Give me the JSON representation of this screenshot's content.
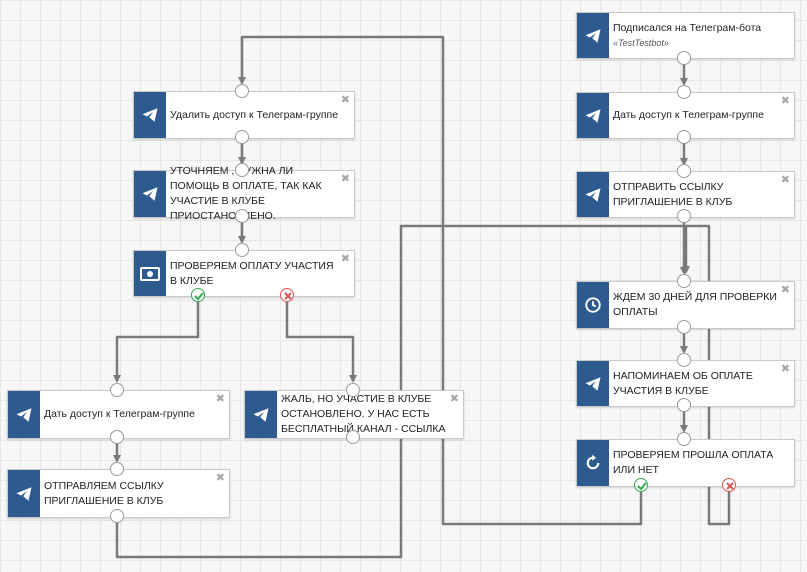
{
  "nodes": {
    "subscribed": {
      "title": "Подписался на Телеграм-бота",
      "subtitle": "«TestTestbot»"
    },
    "grant_right": {
      "title": "Дать доступ к Телеграм-группе"
    },
    "send_link_right": {
      "title": "ОТПРАВИТЬ ССЫЛКУ ПРИГЛАШЕНИЕ В КЛУБ"
    },
    "wait30": {
      "title": "ЖДЕМ 30 ДНЕЙ ДЛЯ ПРОВЕРКИ ОПЛАТЫ"
    },
    "remind": {
      "title": "НАПОМИНАЕМ ОБ ОПЛАТЕ УЧАСТИЯ В КЛУБЕ"
    },
    "check_paid": {
      "title": "ПРОВЕРЯЕМ ПРОШЛА ОПЛАТА ИЛИ НЕТ"
    },
    "remove_access": {
      "title": "Удалить доступ к Телеграм-группе"
    },
    "clarify": {
      "title": "УТОЧНЯЕМ , НУЖНА ЛИ ПОМОЩЬ В ОПЛАТЕ, ТАК КАК УЧАСТИЕ В КЛУБЕ ПРИОСТАНОВЛЕНО."
    },
    "check_club": {
      "title": "ПРОВЕРЯЕМ ОПЛАТУ УЧАСТИЯ В КЛУБЕ"
    },
    "grant_left": {
      "title": "Дать доступ к Телеграм-группе"
    },
    "send_link_left": {
      "title": "ОТПРАВЛЯЕМ ССЫЛКУ ПРИГЛАШЕНИЕ В КЛУБ"
    },
    "sorry": {
      "title": "ЖАЛЬ, НО УЧАСТИЕ В КЛУБЕ ОСТАНОВЛЕНО. У НАС ЕСТЬ БЕСПЛАТНЫЙ КАНАЛ - ССЫЛКА"
    }
  },
  "close_glyph": "✖",
  "icons": {
    "telegram": "telegram-send-icon",
    "payment": "money-icon",
    "wait": "clock-icon",
    "check": "refresh-icon"
  },
  "colors": {
    "node_icon_bg": "#2e5b8f",
    "yes": "#2fa84f",
    "no": "#d9534f",
    "wire": "#7a7a7a"
  }
}
